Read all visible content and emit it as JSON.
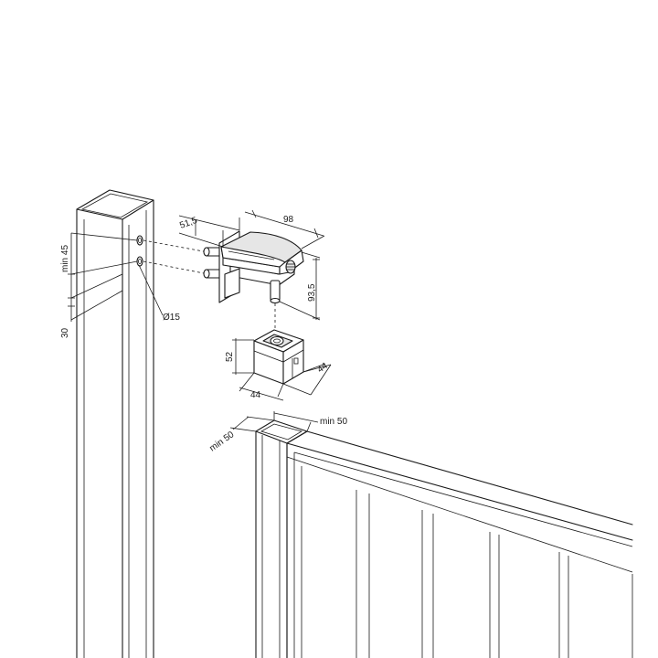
{
  "dimensions": {
    "hinge_depth": "51,5",
    "hinge_width": "98",
    "hinge_height": "93,5",
    "hole_diameter": "Ø15",
    "post_min_45": "min 45",
    "post_30": "30",
    "socket_height": "52",
    "socket_depth": "44",
    "socket_width": "44",
    "gate_post_min_a": "min 50",
    "gate_post_min_b": "min 50"
  }
}
